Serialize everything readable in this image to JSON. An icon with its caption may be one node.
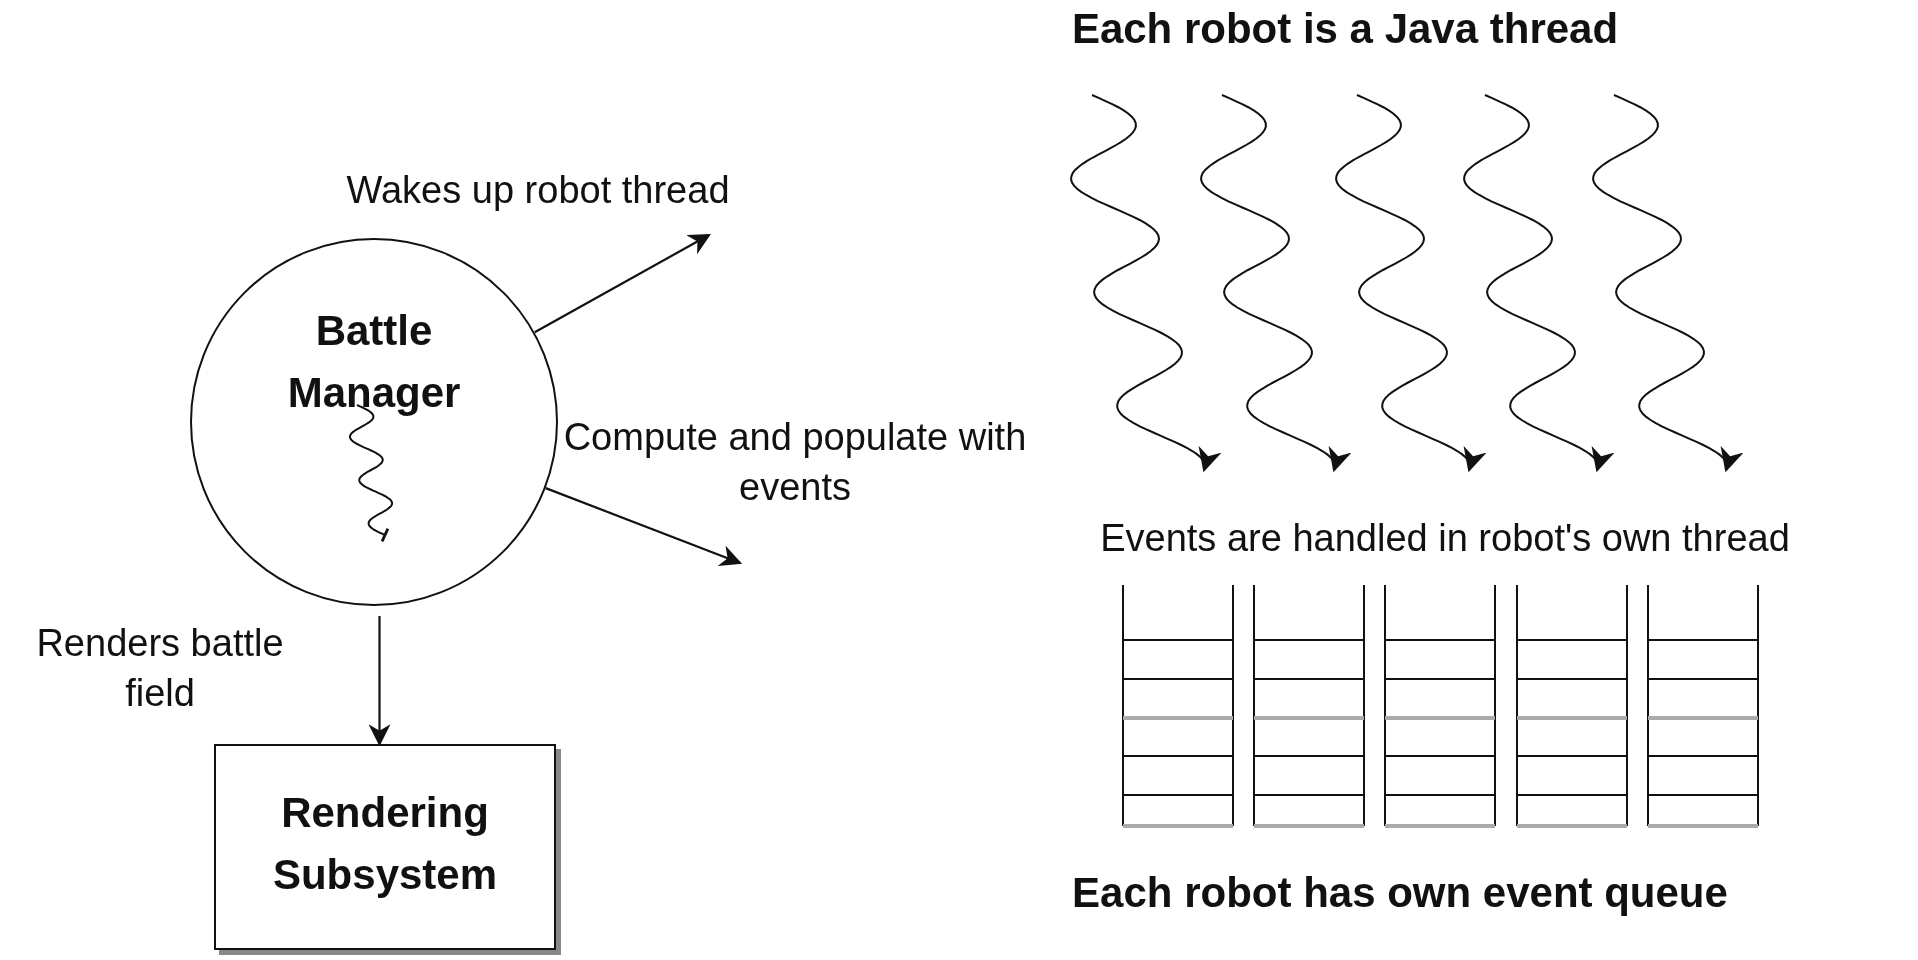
{
  "diagram": {
    "nodes": [
      {
        "text": [
          "Battle Manager"
        ]
      },
      {
        "text": [
          "Rendering Subsystem"
        ]
      }
    ],
    "edges": [
      {
        "from": 0,
        "to": null,
        "arrow": "to",
        "label": "Wakes up robot thread"
      },
      {
        "from": 0,
        "to": null,
        "arrow": "to",
        "label": "Compute and populate with events"
      },
      {
        "from": 0,
        "to": 1,
        "arrow": "to",
        "label": "Renders battle field"
      }
    ],
    "labels": [
      "Each robot is a Java thread",
      "Events are handled in robot's own thread",
      "Each robot has own event queue"
    ]
  }
}
